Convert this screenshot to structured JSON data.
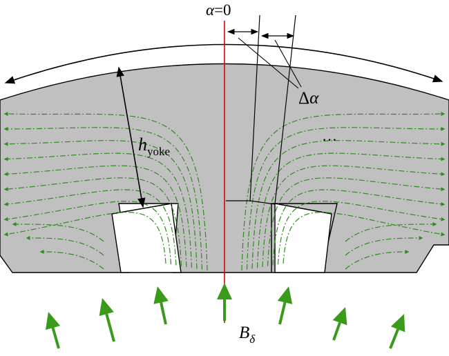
{
  "labels": {
    "alpha": "α",
    "alpha_eq": "=0",
    "delta": "Δ",
    "delta_alpha": "α",
    "h": "h",
    "h_sub": "yoke",
    "dots": "···",
    "b": "B",
    "b_sub": "δ"
  },
  "colors": {
    "iron": "#c0c0c0",
    "flux_line": "#2e8b1f",
    "air_gap_arrow": "#3a9a1a",
    "axis_line": "#e00000",
    "outline": "#000000",
    "slot": "#ffffff"
  },
  "icons": {
    "flux_arrow": "arrowhead-icon",
    "gap_field_arrow": "arrow-up-icon"
  }
}
